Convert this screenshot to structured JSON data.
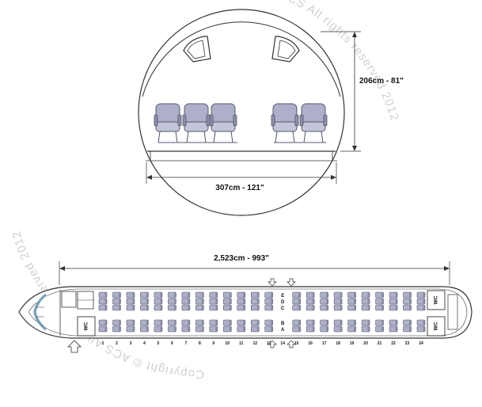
{
  "watermark": "Copyright © ACS All rights reserved 2012",
  "cross_section": {
    "height_label": "206cm - 81\"",
    "width_label": "307cm - 121\""
  },
  "cabin": {
    "length_label": "2,523cm - 993\"",
    "rows": [
      1,
      2,
      3,
      4,
      5,
      6,
      7,
      8,
      9,
      10,
      11,
      12,
      13,
      14,
      15,
      16,
      17,
      18,
      19,
      20,
      21,
      22,
      23,
      24
    ],
    "lavatory_label": "WC",
    "seat_letters": [
      "E",
      "D",
      "C",
      "B",
      "A"
    ],
    "colors": {
      "seat_fill": "#aeb0c9",
      "seat_stroke": "#55586e",
      "line": "#333333",
      "window_tint": "#9ec6e0",
      "watermark": "#d0d0d0"
    }
  }
}
